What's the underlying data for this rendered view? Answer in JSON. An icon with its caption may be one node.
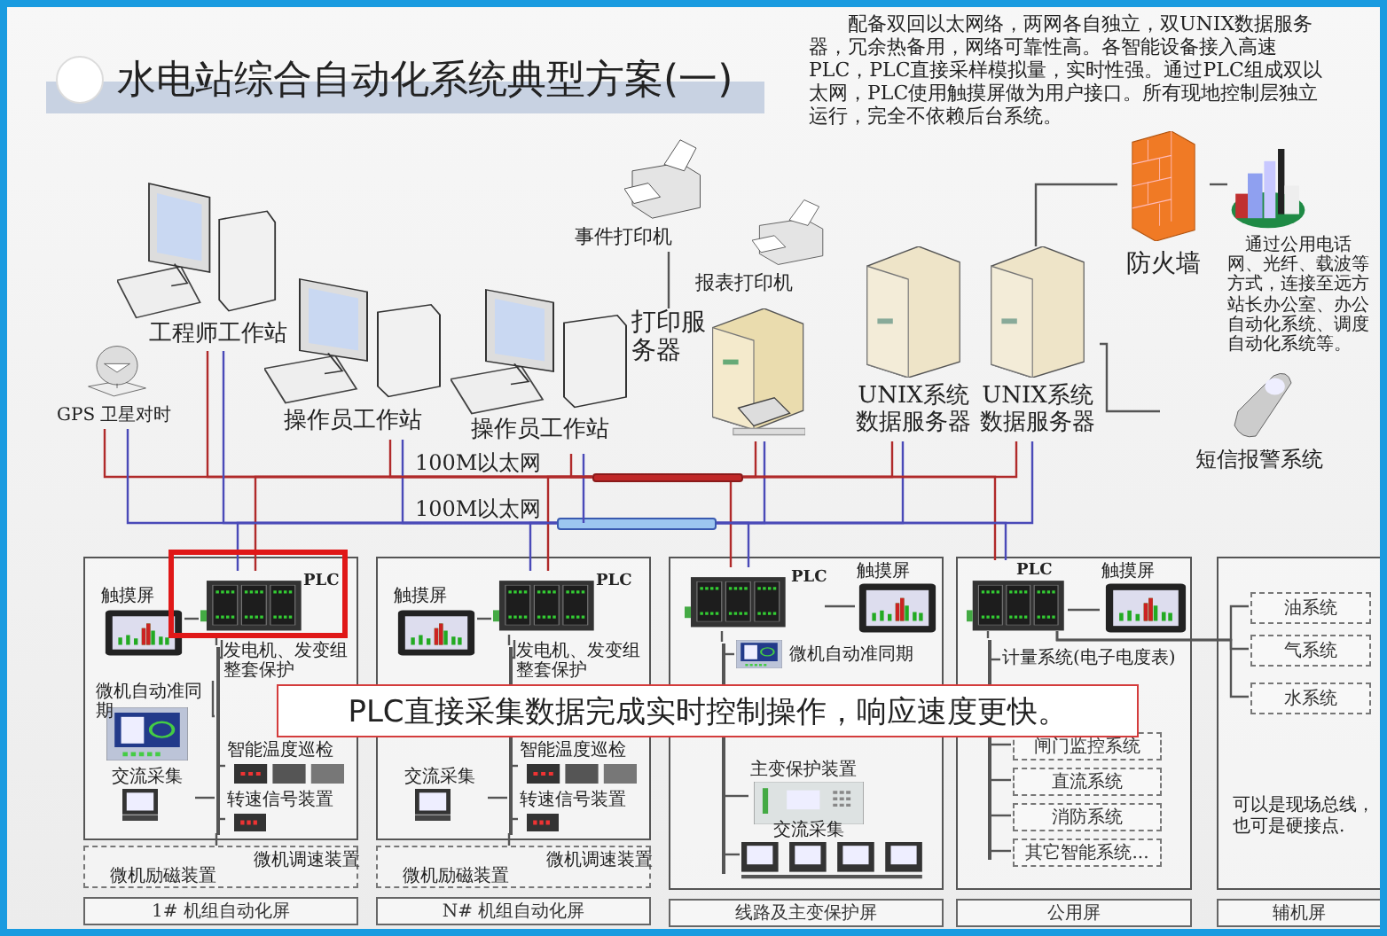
{
  "diagram": {
    "title": "水电站综合自动化系统典型方案(一)",
    "nodes": [
      {
        "text": [
          "GPS 卫星对时"
        ]
      },
      {
        "text": [
          "工程师工作站"
        ]
      },
      {
        "text": [
          "操作员工作站"
        ]
      },
      {
        "text": [
          "操作员工作站"
        ]
      },
      {
        "text": [
          "事件打印机"
        ]
      },
      {
        "text": [
          "报表打印机"
        ]
      },
      {
        "text": [
          "打印服务器"
        ]
      },
      {
        "text": [
          "UNIX系统数据服务器"
        ]
      },
      {
        "text": [
          "UNIX系统数据服务器"
        ]
      },
      {
        "text": [
          "防火墙"
        ]
      },
      {
        "text": [
          "通过公用电话网、光纤、载波等方式，连接至远方站长办公室、办公自动化系统、调度自动化系统等。"
        ]
      },
      {
        "text": [
          "短信报警系统"
        ]
      },
      {
        "text": [],
        "shape": "bar"
      },
      {
        "text": [],
        "shape": "bar"
      },
      {
        "text": [],
        "shape": "box"
      },
      {
        "text": [
          "PLC"
        ],
        "in": 14
      },
      {
        "text": [
          "触摸屏"
        ],
        "in": 14
      },
      {
        "text": [
          "发电机、发变组整套保护"
        ],
        "in": 14
      },
      {
        "text": [
          "微机自动准同期"
        ],
        "in": 14
      },
      {
        "text": [
          "智能温度巡检"
        ],
        "in": 14
      },
      {
        "text": [
          "交流采集"
        ],
        "in": 14
      },
      {
        "text": [
          "转速信号装置"
        ],
        "in": 14
      },
      {
        "text": [
          "微机调速装置",
          "微机励磁装置"
        ]
      },
      {
        "text": [
          "1# 机组自动化屏"
        ]
      },
      {
        "text": [],
        "shape": "box"
      },
      {
        "text": [
          "PLC"
        ],
        "in": 24
      },
      {
        "text": [
          "触摸屏"
        ],
        "in": 24
      },
      {
        "text": [
          "发电机、发变组整套保护"
        ],
        "in": 24
      },
      {
        "text": [
          "智能温度巡检"
        ],
        "in": 24
      },
      {
        "text": [
          "交流采集"
        ],
        "in": 24
      },
      {
        "text": [
          "转速信号装置"
        ],
        "in": 24
      },
      {
        "text": [
          "微机调速装置",
          "微机励磁装置"
        ]
      },
      {
        "text": [
          "N# 机组自动化屏"
        ]
      },
      {
        "text": [],
        "shape": "box"
      },
      {
        "text": [
          "PLC"
        ],
        "in": 33
      },
      {
        "text": [
          "触摸屏"
        ],
        "in": 33
      },
      {
        "text": [
          "微机自动准同期"
        ],
        "in": 33
      },
      {
        "text": [
          "主变保护装置"
        ],
        "in": 33
      },
      {
        "text": [
          "交流采集"
        ],
        "in": 33
      },
      {
        "text": [
          "线路及主变保护屏"
        ]
      },
      {
        "text": [],
        "shape": "box"
      },
      {
        "text": [
          "PLC"
        ],
        "in": 40
      },
      {
        "text": [
          "触摸屏"
        ],
        "in": 40
      },
      {
        "text": [
          "计量系统(电子电度表)"
        ],
        "in": 40
      },
      {
        "text": [
          "闸门监控系统"
        ],
        "in": 40
      },
      {
        "text": [
          "直流系统"
        ],
        "in": 40
      },
      {
        "text": [
          "消防系统"
        ],
        "in": 40
      },
      {
        "text": [
          "其它智能系统..."
        ],
        "in": 40
      },
      {
        "text": [
          "公用屏"
        ]
      },
      {
        "text": [],
        "shape": "box"
      },
      {
        "text": [
          "油系统"
        ],
        "in": 49
      },
      {
        "text": [
          "气系统"
        ],
        "in": 49
      },
      {
        "text": [
          "水系统"
        ],
        "in": 49
      },
      {
        "text": [
          "辅机屏"
        ]
      },
      {
        "text": [
          "PLC直接采集数据完成实时控制操作，响应速度更快。"
        ]
      },
      {
        "text": [],
        "shape": "bar",
        "in": 14
      },
      {
        "text": [],
        "shape": "bar",
        "in": 24
      },
      {
        "text": [],
        "shape": "bar",
        "in": 33
      },
      {
        "text": [],
        "shape": "bar",
        "in": 40
      }
    ],
    "edges": [
      {
        "from": 0,
        "to": 12,
        "arrow": "none",
        "color": "#b02a2a"
      },
      {
        "from": 0,
        "to": 13,
        "arrow": "none",
        "color": "#4a4ab8"
      },
      {
        "from": 1,
        "to": 12,
        "arrow": "none",
        "color": "#b02a2a"
      },
      {
        "from": 1,
        "to": 13,
        "arrow": "none",
        "color": "#4a4ab8"
      },
      {
        "from": 2,
        "to": 12,
        "arrow": "none",
        "color": "#b02a2a"
      },
      {
        "from": 2,
        "to": 13,
        "arrow": "none",
        "color": "#4a4ab8"
      },
      {
        "from": 3,
        "to": 12,
        "arrow": "none",
        "color": "#b02a2a"
      },
      {
        "from": 3,
        "to": 13,
        "arrow": "none",
        "color": "#4a4ab8"
      },
      {
        "from": 6,
        "to": 12,
        "arrow": "none",
        "color": "#b02a2a"
      },
      {
        "from": 6,
        "to": 13,
        "arrow": "none",
        "color": "#4a4ab8"
      },
      {
        "from": 7,
        "to": 12,
        "arrow": "none",
        "color": "#b02a2a"
      },
      {
        "from": 7,
        "to": 13,
        "arrow": "none",
        "color": "#4a4ab8"
      },
      {
        "from": 8,
        "to": 12,
        "arrow": "none",
        "color": "#b02a2a"
      },
      {
        "from": 8,
        "to": 13,
        "arrow": "none",
        "color": "#4a4ab8"
      },
      {
        "from": 12,
        "to": 15,
        "arrow": "none",
        "color": "#b02a2a"
      },
      {
        "from": 13,
        "to": 15,
        "arrow": "none",
        "color": "#4a4ab8"
      },
      {
        "from": 12,
        "to": 25,
        "arrow": "none",
        "color": "#b02a2a"
      },
      {
        "from": 13,
        "to": 25,
        "arrow": "none",
        "color": "#4a4ab8"
      },
      {
        "from": 12,
        "to": 34,
        "arrow": "none",
        "color": "#b02a2a"
      },
      {
        "from": 13,
        "to": 34,
        "arrow": "none",
        "color": "#4a4ab8"
      },
      {
        "from": 12,
        "to": 41,
        "arrow": "none",
        "color": "#b02a2a"
      },
      {
        "from": 13,
        "to": 41,
        "arrow": "none",
        "color": "#4a4ab8"
      },
      {
        "from": 4,
        "to": 6,
        "arrow": "none"
      },
      {
        "from": 8,
        "to": 9,
        "arrow": "none"
      },
      {
        "from": 9,
        "to": 10,
        "arrow": "none"
      },
      {
        "from": 8,
        "to": 11,
        "arrow": "none"
      },
      {
        "from": 15,
        "to": 16,
        "arrow": "none"
      },
      {
        "from": 55,
        "to": 17,
        "arrow": "none"
      },
      {
        "from": 55,
        "to": 18,
        "arrow": "none"
      },
      {
        "from": 55,
        "to": 19,
        "arrow": "none"
      },
      {
        "from": 55,
        "to": 20,
        "arrow": "none"
      },
      {
        "from": 55,
        "to": 21,
        "arrow": "none"
      },
      {
        "from": 55,
        "to": 22,
        "arrow": "none"
      },
      {
        "from": 25,
        "to": 26,
        "arrow": "none"
      },
      {
        "from": 56,
        "to": 27,
        "arrow": "none"
      },
      {
        "from": 56,
        "to": 28,
        "arrow": "none"
      },
      {
        "from": 56,
        "to": 29,
        "arrow": "none"
      },
      {
        "from": 56,
        "to": 30,
        "arrow": "none"
      },
      {
        "from": 56,
        "to": 31,
        "arrow": "none"
      },
      {
        "from": 34,
        "to": 35,
        "arrow": "none"
      },
      {
        "from": 57,
        "to": 36,
        "arrow": "none"
      },
      {
        "from": 57,
        "to": 37,
        "arrow": "none"
      },
      {
        "from": 57,
        "to": 38,
        "arrow": "none"
      },
      {
        "from": 41,
        "to": 42,
        "arrow": "none"
      },
      {
        "from": 58,
        "to": 43,
        "arrow": "none"
      },
      {
        "from": 58,
        "to": 44,
        "arrow": "none"
      },
      {
        "from": 58,
        "to": 45,
        "arrow": "none"
      },
      {
        "from": 58,
        "to": 46,
        "arrow": "none"
      },
      {
        "from": 58,
        "to": 47,
        "arrow": "none"
      },
      {
        "from": 41,
        "to": 50,
        "arrow": "none"
      },
      {
        "from": 41,
        "to": 51,
        "arrow": "none"
      },
      {
        "from": 41,
        "to": 52,
        "arrow": "none"
      },
      {
        "from": 15,
        "to": 55,
        "arrow": "none"
      },
      {
        "from": 25,
        "to": 56,
        "arrow": "none"
      },
      {
        "from": 34,
        "to": 57,
        "arrow": "none"
      },
      {
        "from": 41,
        "to": 58,
        "arrow": "none"
      }
    ],
    "labels": [
      "配备双回以太网络，两网各自独立，双UNIX数据服务器，冗余热备用，网络可靠性高。各智能设备接入高速PLC，PLC直接采样模拟量，实时性强。通过PLC组成双以太网，PLC使用触摸屏做为用户接口。所有现地控制层独立运行，完全不依赖后台系统。",
      "100M以太网",
      "100M以太网",
      "可以是现场总线，也可是硬接点."
    ]
  }
}
